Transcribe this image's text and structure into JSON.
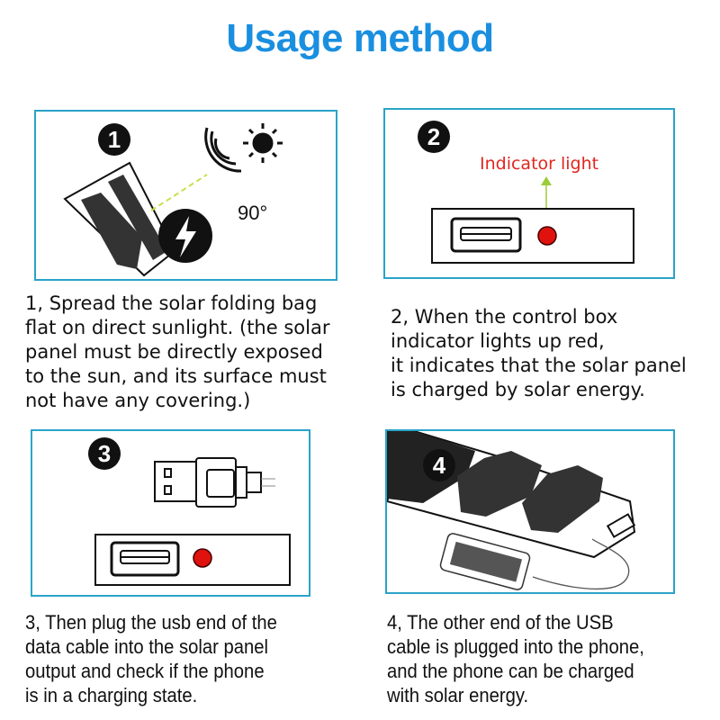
{
  "title": "Usage method",
  "colors": {
    "title": "#1a8fe0",
    "frame": "#2aa3c8",
    "indicator": "#e0261e",
    "arrow": "#9ccc3a"
  },
  "steps": [
    {
      "number": "1",
      "angle_label": "90°",
      "description": "1, Spread the solar folding bag\nflat on direct sunlight. (the solar\npanel must be directly exposed\nto the sun, and its surface must\nnot have any covering.)"
    },
    {
      "number": "2",
      "indicator_label": "Indicator light",
      "description": "2, When the control box\nindicator lights up red,\nit indicates that the solar panel\nis charged by solar energy."
    },
    {
      "number": "3",
      "description": "3, Then plug the usb end of the\ndata cable into the solar panel\noutput and check if the phone\nis in a charging state."
    },
    {
      "number": "4",
      "description": "4, The other end of the USB\ncable is plugged into the phone,\nand the phone can be charged\nwith solar energy."
    }
  ]
}
